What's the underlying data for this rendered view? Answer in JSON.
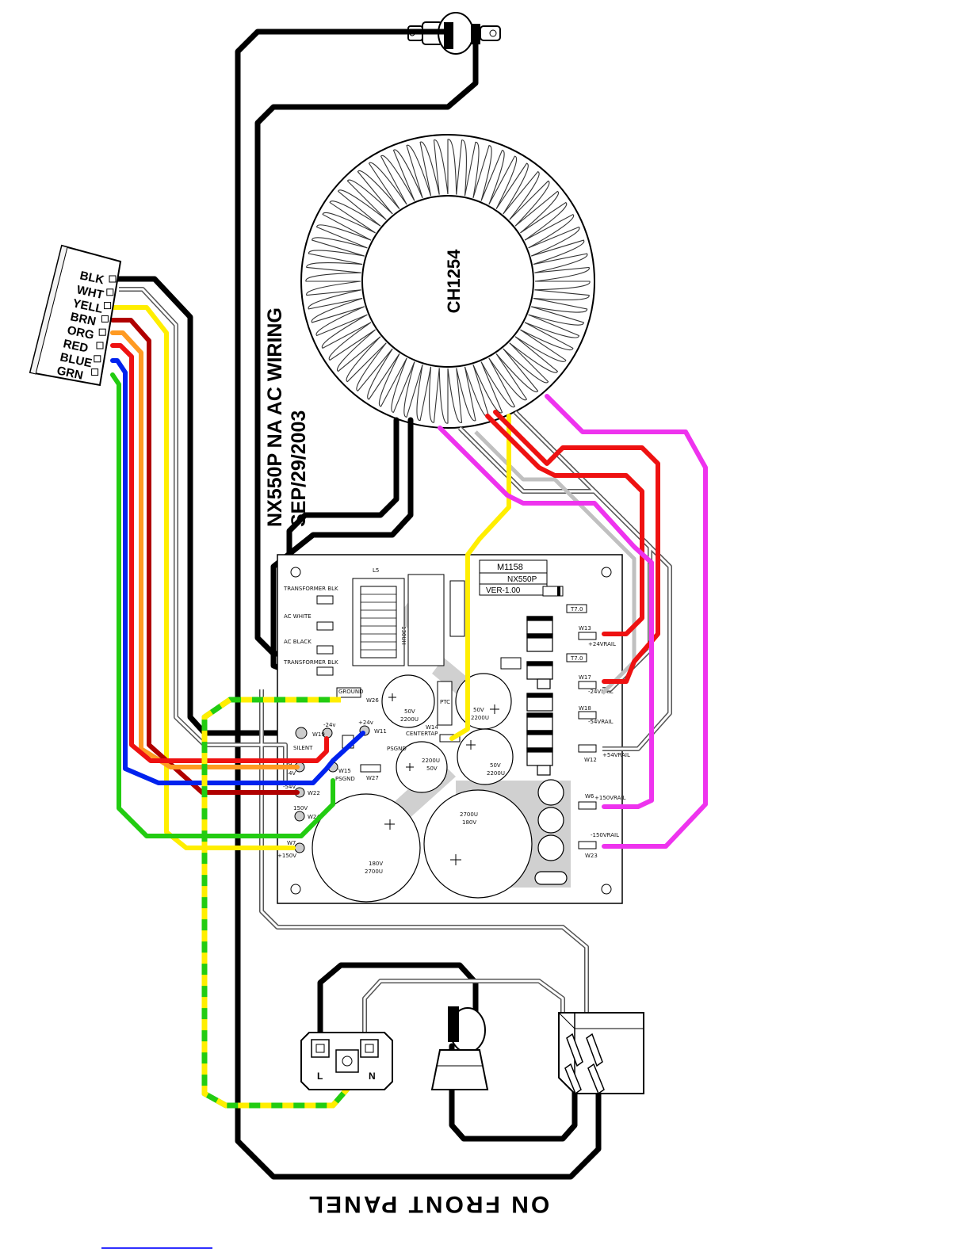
{
  "title": {
    "line1": "NX550P NA AC WIRING",
    "line2": "SEP/29/2003"
  },
  "transformer": {
    "label": "CH1254"
  },
  "footer": {
    "label": "ON FRONT PANEL"
  },
  "connector": {
    "pins": [
      "BLK",
      "WHT",
      "YELL",
      "BRN",
      "ORG",
      "RED",
      "BLUE",
      "GRN"
    ]
  },
  "pcb": {
    "part_number": "M1158",
    "model": "NX550P",
    "version": "VER-1.00",
    "inductor_label": "L5",
    "inductor_value": "130UH",
    "ptc": "PTC",
    "fuse_a": "T7.0",
    "fuse_b": "T7.0",
    "left_labels": {
      "transformer_blk_top": "TRANSFORMER BLK",
      "ac_white": "AC WHITE",
      "ac_black": "AC BLACK",
      "transformer_blk_bottom": "TRANSFORMER BLK",
      "ground": "GROUND",
      "w26": "W26",
      "silent": "SILENT",
      "w19": "W19",
      "minus24": "-24v",
      "plus24": "+24v",
      "w11": "W11",
      "w9": "W9",
      "minus54a": "-54V",
      "w15": "W15",
      "psgnd": "PSGND",
      "w27": "W27",
      "minus54b": "-54V",
      "w22": "W22",
      "v150": "150V",
      "w24": "W24",
      "w7": "W7",
      "plus150": "+150V"
    },
    "center": {
      "w14": "W14",
      "centertap": "CENTERTAP",
      "psgnd": "PSGND"
    },
    "caps": {
      "c1": [
        "50V",
        "2200U"
      ],
      "c2": [
        "50V",
        "2200U"
      ],
      "c3": [
        "2200U",
        "50V"
      ],
      "c4": [
        "50V",
        "2200U"
      ],
      "c5": [
        "2700U",
        "180V"
      ],
      "c6": [
        "180V",
        "2700U"
      ]
    },
    "right_labels": {
      "w13": "W13",
      "plus24rail": "+24VRAIL",
      "w17": "W17",
      "minus24rail": "-24VRAIL",
      "w18": "W18",
      "minus54rail": "-54VRAIL",
      "w12": "W12",
      "plus54rail": "+54VRAIL",
      "w6": "W6",
      "plus150rail": "+150VRAIL",
      "minus150rail": "-150VRAIL",
      "w23": "W23"
    }
  },
  "inlet": {
    "l": "L",
    "n": "N"
  },
  "colors": {
    "black": "#000000",
    "gray": "#b8b8b8",
    "red": "#ee1111",
    "darkred": "#b00000",
    "orange": "#ff9a22",
    "yellow": "#ffee00",
    "blue": "#0022ee",
    "green": "#22cc11",
    "magenta": "#ee33ee"
  }
}
